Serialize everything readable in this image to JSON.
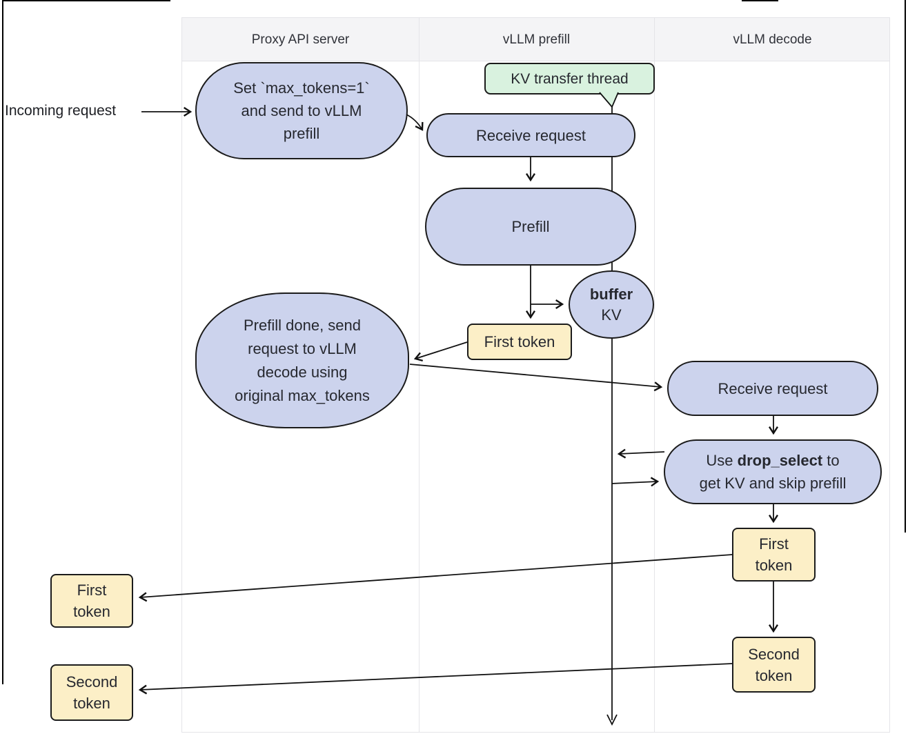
{
  "lanes": [
    {
      "label": "Proxy API server"
    },
    {
      "label": "vLLM prefill"
    },
    {
      "label": "vLLM decode"
    }
  ],
  "labels": {
    "incoming_request": "Incoming request"
  },
  "callout": {
    "kv_transfer_thread": "KV transfer thread"
  },
  "nodes": {
    "set_max_tokens": {
      "line1": "Set `max_tokens=1`",
      "line2": "and send to vLLM",
      "line3": "prefill"
    },
    "receive_request_prefill": {
      "label": "Receive request"
    },
    "prefill": {
      "label": "Prefill"
    },
    "buffer_kv": {
      "line1_bold": "buffer",
      "line2": "KV"
    },
    "first_token_prefill": {
      "label": "First token"
    },
    "prefill_done": {
      "line1": "Prefill done, send",
      "line2": "request to vLLM",
      "line3": "decode using",
      "line4": "original max_tokens"
    },
    "receive_request_decode": {
      "label": "Receive request"
    },
    "drop_select": {
      "line1_pre": "Use ",
      "line1_bold": "drop_select",
      "line1_post": " to",
      "line2": "get KV and skip prefill"
    },
    "first_token_decode": {
      "line1": "First",
      "line2": "token"
    },
    "second_token_decode": {
      "line1": "Second",
      "line2": "token"
    },
    "first_token_client": {
      "line1": "First",
      "line2": "token"
    },
    "second_token_client": {
      "line1": "Second",
      "line2": "token"
    }
  },
  "colors": {
    "node_fill": "#ccd3ed",
    "token_fill": "#fcefc7",
    "callout_fill": "#d9f2df",
    "node_border": "#1b1b1b",
    "lane_header_bg": "#f4f4f6",
    "lane_border": "#e4e4e8",
    "text": "#26282f"
  }
}
